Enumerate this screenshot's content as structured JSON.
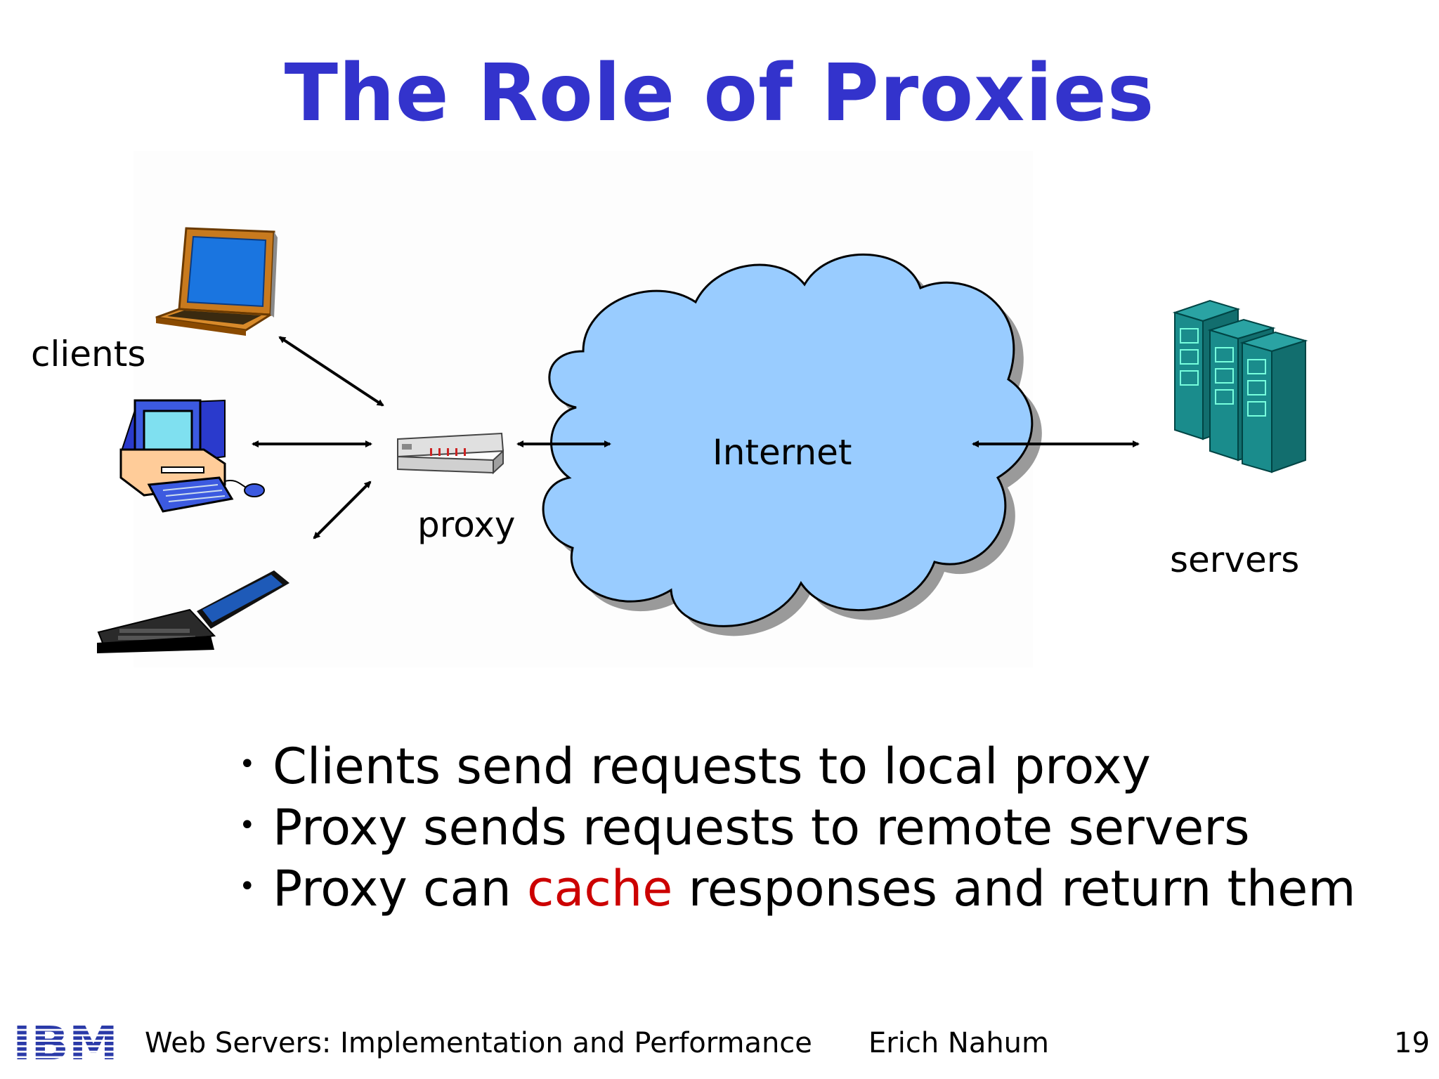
{
  "slide": {
    "title": "The Role of Proxies",
    "diagram": {
      "clients_label": "clients",
      "proxy_label": "proxy",
      "internet_label": "Internet",
      "servers_label": "servers",
      "colors": {
        "cloud_fill": "#99ccff",
        "title": "#3333cc",
        "highlight": "#cc0000",
        "server": "#1a8c8c"
      },
      "icons": [
        "laptop-icon",
        "desktop-computer-icon",
        "notebook-icon",
        "proxy-device-icon",
        "server-rack-icon"
      ]
    },
    "bullets": [
      {
        "text": "Clients send requests to local proxy"
      },
      {
        "text": "Proxy sends requests to remote servers"
      },
      {
        "before": "Proxy can ",
        "highlight": "cache",
        "after": " responses and return them"
      }
    ],
    "footer": {
      "logo": "IBM",
      "course": "Web Servers: Implementation and Performance",
      "author": "Erich Nahum",
      "page_number": "19"
    }
  }
}
